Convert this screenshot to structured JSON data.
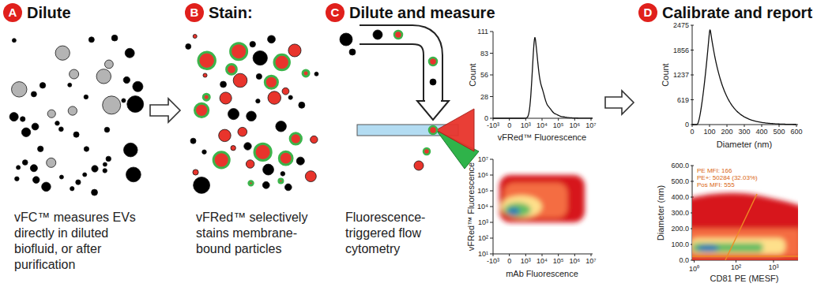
{
  "diagram": {
    "nodes": [
      {
        "text": [
          "A",
          "Dilute"
        ]
      },
      {
        "text": [
          "B",
          "Stain:"
        ]
      },
      {
        "text": [
          "C",
          "Dilute and measure"
        ]
      },
      {
        "text": [
          "D",
          "Calibrate and report"
        ]
      }
    ],
    "labels": [
      "vFC™ measures EVs directly in diluted biofluid, or after purification",
      "vFRed™ selectively stains membrane-bound particles",
      "Fluorescence-triggered flow cytometry",
      "0",
      "28",
      "56",
      "83",
      "111",
      "-10³",
      "0",
      "10³",
      "10⁴",
      "10⁵",
      "10⁶",
      "10⁷",
      "Count",
      "vFRed™ Fluorescence",
      "10¹",
      "10²",
      "10³",
      "10⁴",
      "10⁵",
      "10⁶",
      "10⁷",
      "-10³",
      "0",
      "10³",
      "10⁴",
      "10⁵",
      "10⁶",
      "10⁷",
      "vFRed™ Fluorescence",
      "mAb Fluorescence",
      "0",
      "619",
      "1237",
      "1856",
      "2475",
      "0",
      "100",
      "200",
      "300",
      "400",
      "500",
      "600",
      "Count",
      "Diameter (nm)",
      "0.0",
      "100.0",
      "200.0",
      "300.0",
      "400.0",
      "500.0",
      "600.0",
      "10⁰",
      "10²",
      "10³",
      "Diameter (nm)",
      "CD81 PE (MESF)",
      "PE MFI: 166",
      "PE+: 50284 (32.03%)",
      "Pos MFI: 555"
    ]
  }
}
